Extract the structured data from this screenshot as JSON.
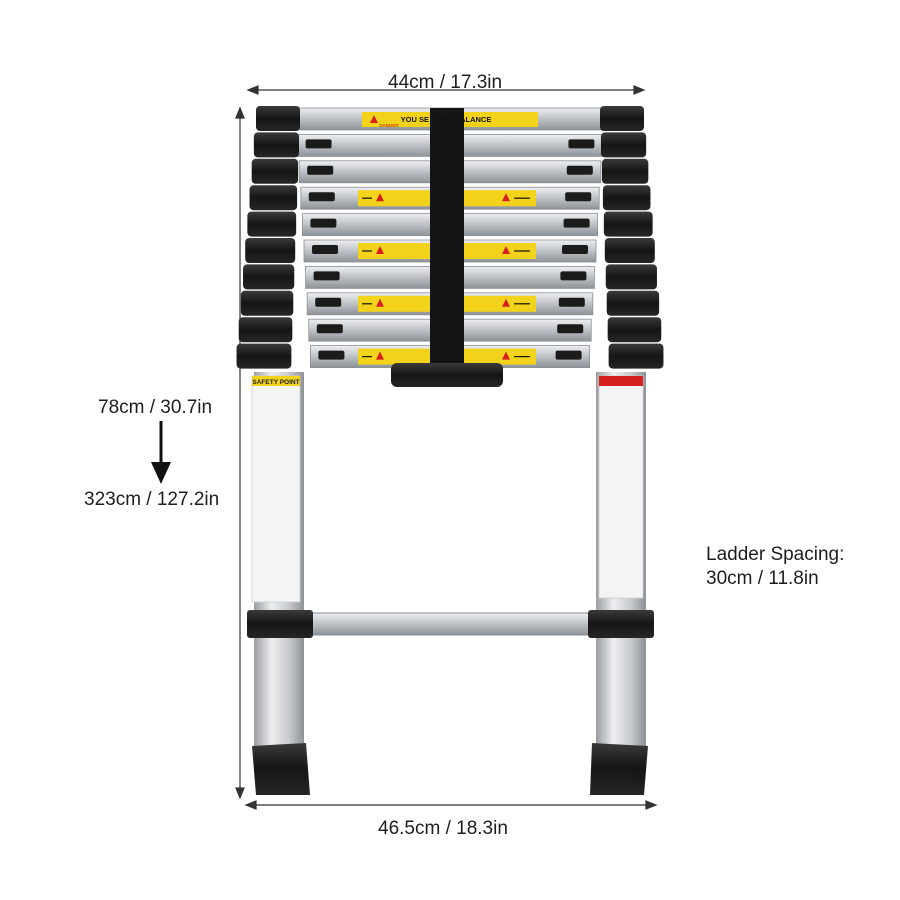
{
  "dimensions": {
    "top_width": "44cm / 17.3in",
    "bottom_width": "46.5cm / 18.3in",
    "retracted_height": "78cm / 30.7in",
    "extended_height": "323cm / 127.2in",
    "spacing_title": "Ladder Spacing:",
    "spacing_value": "30cm / 11.8in"
  },
  "ladder": {
    "strap_banner": "YOU    SE YOUR BALANCE",
    "banner_tag": "DANGER",
    "safety_label": "SAFETY POINT",
    "rung_count": 10
  },
  "colors": {
    "aluminum": "#c9ccd0",
    "black_plastic": "#1c1c1c",
    "warning_yellow": "#f2d21b",
    "warning_red": "#d62020"
  }
}
